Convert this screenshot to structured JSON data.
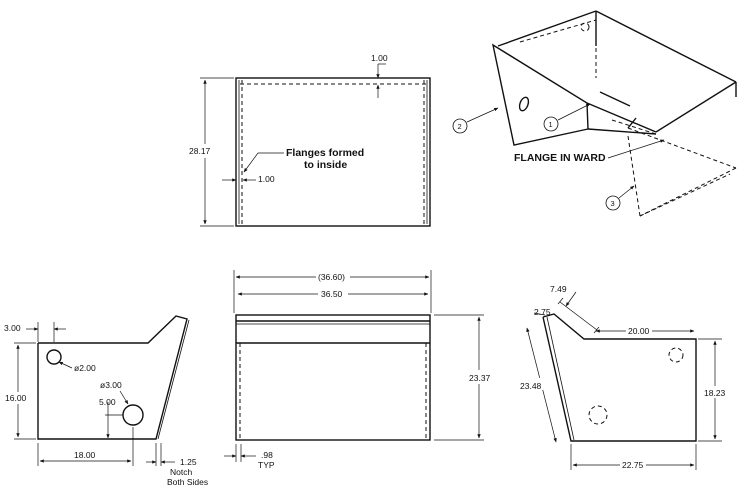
{
  "front_view": {
    "top_flange": "1.00",
    "height": "28.17",
    "note_line1": "Flanges formed",
    "note_line2": "to inside",
    "side_flange": "1.00"
  },
  "iso_view": {
    "callout_1": "1",
    "callout_2": "2",
    "callout_3": "3",
    "flange_label": "FLANGE IN WARD"
  },
  "left_side_view": {
    "dim_top": "3.00",
    "hole_small": "ø2.00",
    "hole_large": "ø3.00",
    "hole_offset": "5.00",
    "height": "16.00",
    "width": "18.00",
    "notch_value": "1.25",
    "notch_line1": "Notch",
    "notch_line2": "Both Sides"
  },
  "center_view": {
    "overall_ref": "(36.60)",
    "width": "36.50",
    "height": "23.37",
    "flange_value": ".98",
    "flange_typ": "TYP"
  },
  "right_side_view": {
    "slope_len": "7.49",
    "notch": "2.75",
    "top_len": "20.00",
    "slant_len": "23.48",
    "height": "18.23",
    "bottom_len": "22.75"
  }
}
